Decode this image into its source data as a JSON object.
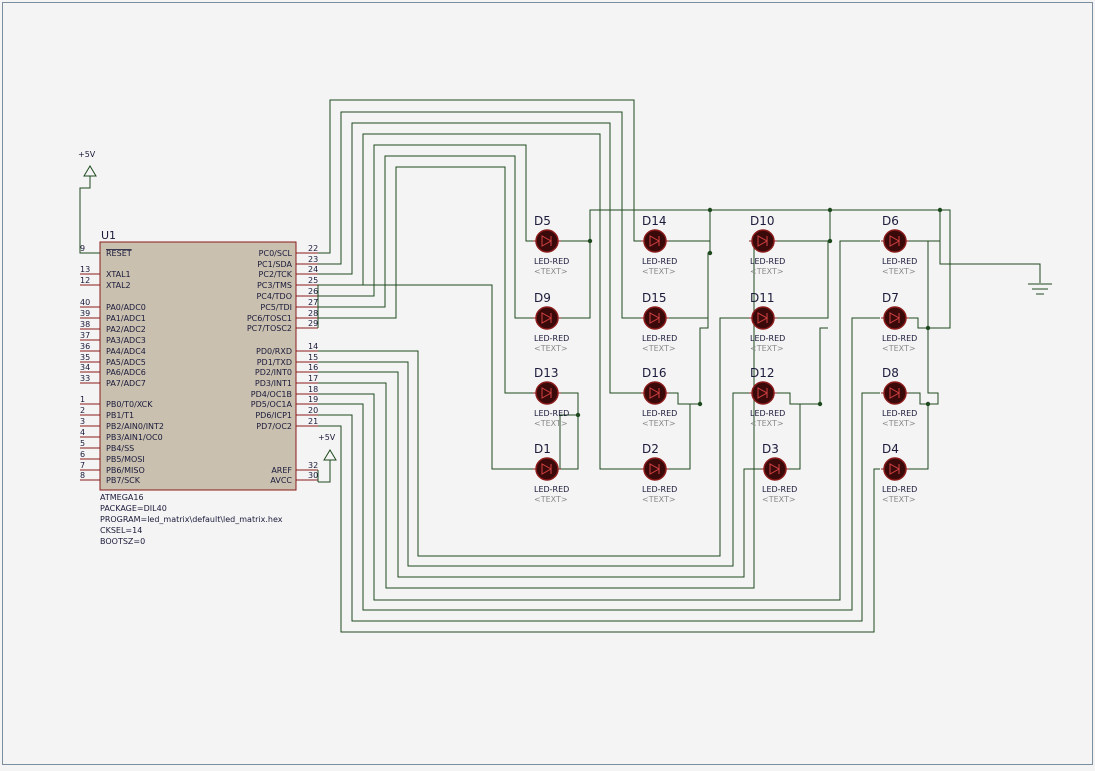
{
  "mcu": {
    "ref": "U1",
    "pins_left": [
      {
        "num": "9",
        "name": "RESET"
      },
      {
        "num": "13",
        "name": "XTAL1"
      },
      {
        "num": "12",
        "name": "XTAL2"
      },
      {
        "num": "40",
        "name": "PA0/ADC0"
      },
      {
        "num": "39",
        "name": "PA1/ADC1"
      },
      {
        "num": "38",
        "name": "PA2/ADC2"
      },
      {
        "num": "37",
        "name": "PA3/ADC3"
      },
      {
        "num": "36",
        "name": "PA4/ADC4"
      },
      {
        "num": "35",
        "name": "PA5/ADC5"
      },
      {
        "num": "34",
        "name": "PA6/ADC6"
      },
      {
        "num": "33",
        "name": "PA7/ADC7"
      },
      {
        "num": "1",
        "name": "PB0/T0/XCK"
      },
      {
        "num": "2",
        "name": "PB1/T1"
      },
      {
        "num": "3",
        "name": "PB2/AIN0/INT2"
      },
      {
        "num": "4",
        "name": "PB3/AIN1/OC0"
      },
      {
        "num": "5",
        "name": "PB4/SS"
      },
      {
        "num": "6",
        "name": "PB5/MOSI"
      },
      {
        "num": "7",
        "name": "PB6/MISO"
      },
      {
        "num": "8",
        "name": "PB7/SCK"
      }
    ],
    "pins_right": [
      {
        "num": "22",
        "name": "PC0/SCL"
      },
      {
        "num": "23",
        "name": "PC1/SDA"
      },
      {
        "num": "24",
        "name": "PC2/TCK"
      },
      {
        "num": "25",
        "name": "PC3/TMS"
      },
      {
        "num": "26",
        "name": "PC4/TDO"
      },
      {
        "num": "27",
        "name": "PC5/TDI"
      },
      {
        "num": "28",
        "name": "PC6/TOSC1"
      },
      {
        "num": "29",
        "name": "PC7/TOSC2"
      },
      {
        "num": "14",
        "name": "PD0/RXD"
      },
      {
        "num": "15",
        "name": "PD1/TXD"
      },
      {
        "num": "16",
        "name": "PD2/INT0"
      },
      {
        "num": "17",
        "name": "PD3/INT1"
      },
      {
        "num": "18",
        "name": "PD4/OC1B"
      },
      {
        "num": "19",
        "name": "PD5/OC1A"
      },
      {
        "num": "20",
        "name": "PD6/ICP1"
      },
      {
        "num": "21",
        "name": "PD7/OC2"
      },
      {
        "num": "32",
        "name": "AREF"
      },
      {
        "num": "30",
        "name": "AVCC"
      }
    ],
    "props": [
      "ATMEGA16",
      "PACKAGE=DIL40",
      "PROGRAM=led_matrix\\default\\led_matrix.hex",
      "CKSEL=14",
      "BOOTSZ=0"
    ]
  },
  "power": {
    "label1": "+5V",
    "label2": "+5V"
  },
  "leds": [
    {
      "ref": "D5",
      "type": "LED-RED",
      "text": "<TEXT>"
    },
    {
      "ref": "D14",
      "type": "LED-RED",
      "text": "<TEXT>"
    },
    {
      "ref": "D10",
      "type": "LED-RED",
      "text": "<TEXT>"
    },
    {
      "ref": "D6",
      "type": "LED-RED",
      "text": "<TEXT>"
    },
    {
      "ref": "D9",
      "type": "LED-RED",
      "text": "<TEXT>"
    },
    {
      "ref": "D15",
      "type": "LED-RED",
      "text": "<TEXT>"
    },
    {
      "ref": "D11",
      "type": "LED-RED",
      "text": "<TEXT>"
    },
    {
      "ref": "D7",
      "type": "LED-RED",
      "text": "<TEXT>"
    },
    {
      "ref": "D13",
      "type": "LED-RED",
      "text": "<TEXT>"
    },
    {
      "ref": "D16",
      "type": "LED-RED",
      "text": "<TEXT>"
    },
    {
      "ref": "D12",
      "type": "LED-RED",
      "text": "<TEXT>"
    },
    {
      "ref": "D8",
      "type": "LED-RED",
      "text": "<TEXT>"
    },
    {
      "ref": "D1",
      "type": "LED-RED",
      "text": "<TEXT>"
    },
    {
      "ref": "D2",
      "type": "LED-RED",
      "text": "<TEXT>"
    },
    {
      "ref": "D3",
      "type": "LED-RED",
      "text": "<TEXT>"
    },
    {
      "ref": "D4",
      "type": "LED-RED",
      "text": "<TEXT>"
    }
  ],
  "colors": {
    "background": "#f4f4f4",
    "border": "#7a8ea0",
    "wire": "#1e4a1e",
    "pin": "#8b1a1a",
    "chip_fill": "#c9c0b0",
    "chip_stroke": "#8b1a1a",
    "text": "#1a1a3a",
    "led_body": "#3a0a0a",
    "led_ring": "#8b1a1a",
    "placeholder": "#8a8a8a"
  }
}
